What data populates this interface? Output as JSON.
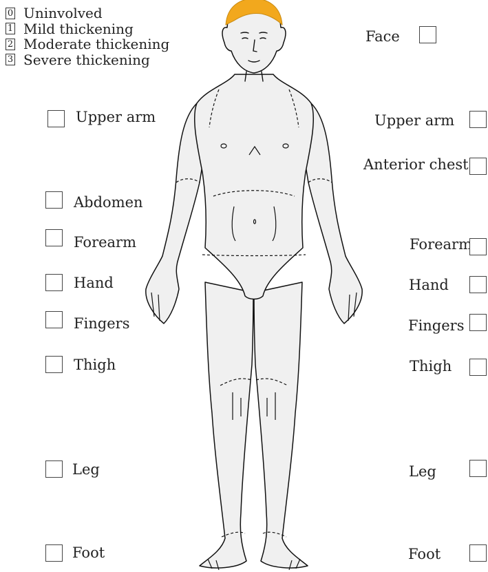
{
  "legend": [
    {
      "num": "0",
      "label": "Uninvolved"
    },
    {
      "num": "1",
      "label": "Mild thickening"
    },
    {
      "num": "2",
      "label": "Moderate thickening"
    },
    {
      "num": "3",
      "label": "Severe thickening"
    }
  ],
  "regions": {
    "face": "Face",
    "left": {
      "upper_arm": "Upper arm",
      "abdomen": "Abdomen",
      "forearm": "Forearm",
      "hand": "Hand",
      "fingers": "Fingers",
      "thigh": "Thigh",
      "leg": "Leg",
      "foot": "Foot"
    },
    "right": {
      "upper_arm": "Upper arm",
      "anterior_chest": "Anterior chest",
      "forearm": "Forearm",
      "hand": "Hand",
      "fingers": "Fingers",
      "thigh": "Thigh",
      "leg": "Leg",
      "foot": "Foot"
    }
  },
  "colors": {
    "hair": "#F2A81D",
    "skin": "#F0F0F0",
    "outline": "#111111"
  }
}
